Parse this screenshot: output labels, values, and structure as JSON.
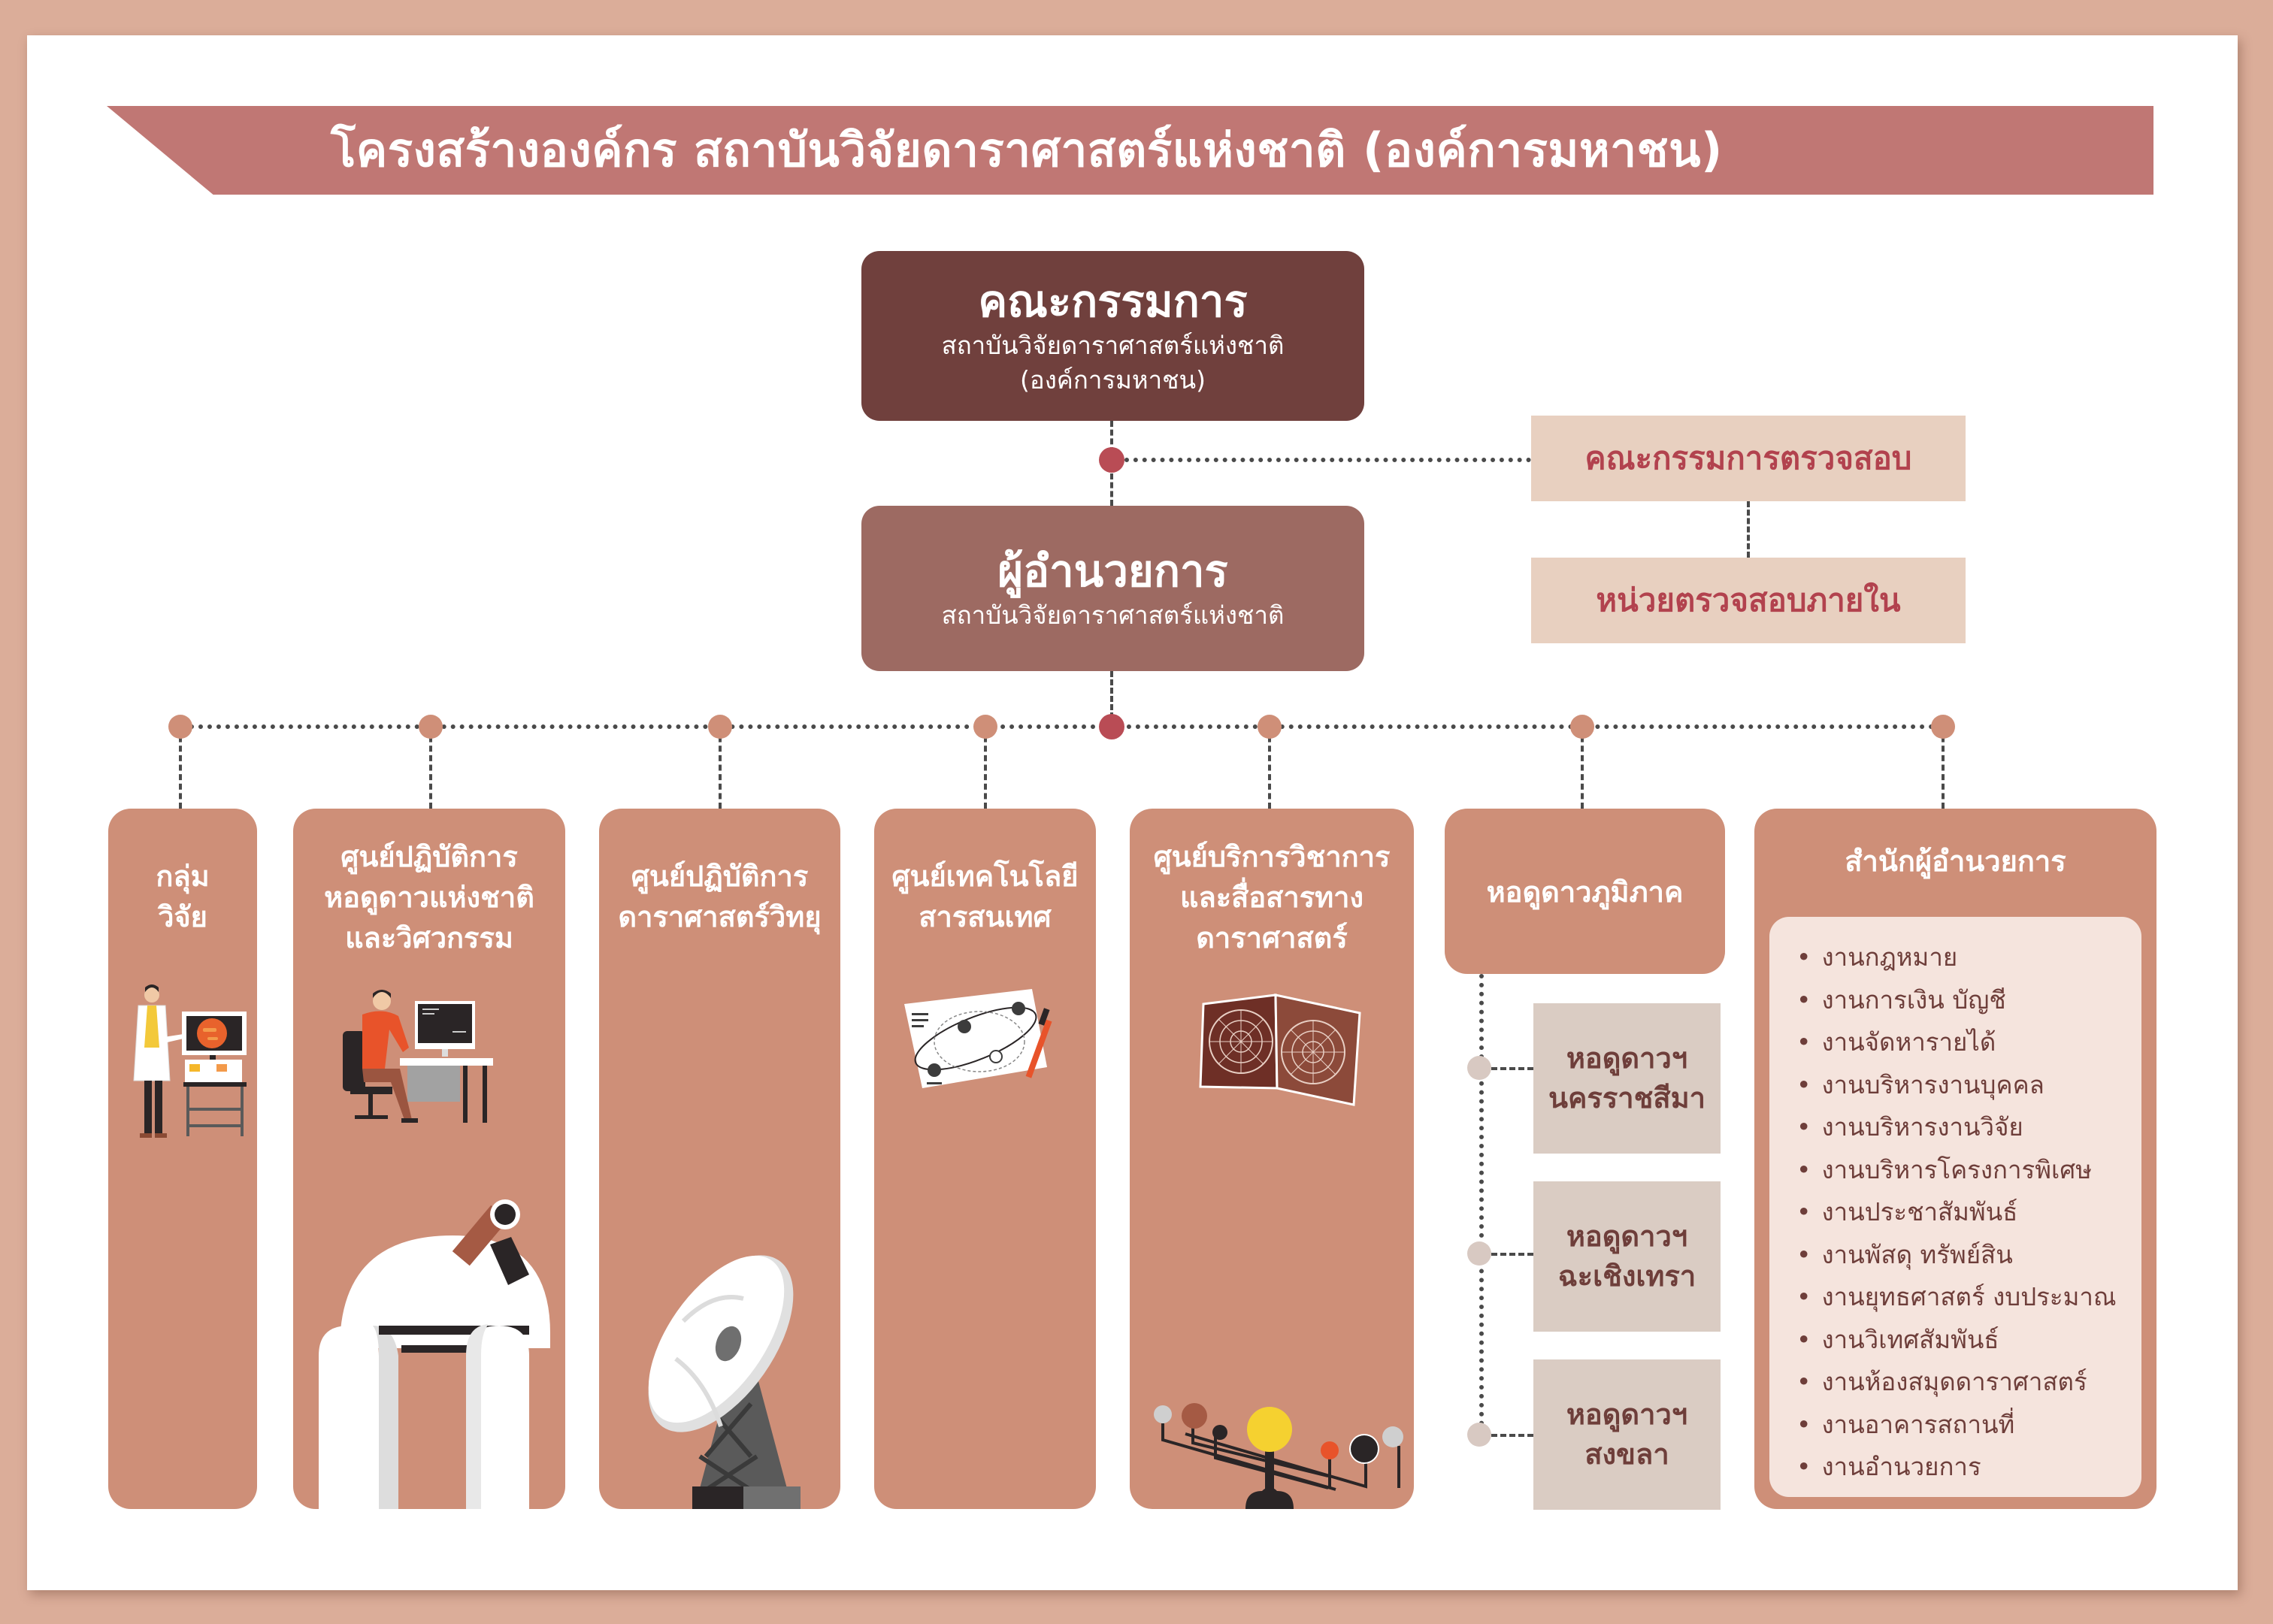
{
  "title": "โครงสร้างองค์กร สถาบันวิจัยดาราศาสตร์แห่งชาติ (องค์การมหาชน)",
  "board": {
    "title": "คณะกรรมการ",
    "subtitle_line1": "สถาบันวิจัยดาราศาสตร์แห่งชาติ",
    "subtitle_line2": "(องค์การมหาชน)"
  },
  "director": {
    "title": "ผู้อำนวยการ",
    "subtitle": "สถาบันวิจัยดาราศาสตร์แห่งชาติ"
  },
  "audit_committee": "คณะกรรมการตรวจสอบ",
  "internal_audit": "หน่วยตรวจสอบภายใน",
  "divisions": [
    {
      "lines": [
        "กลุ่ม",
        "วิจัย"
      ],
      "icon": "scientist-icon"
    },
    {
      "lines": [
        "ศูนย์ปฏิบัติการ",
        "หอดูดาวแห่งชาติ",
        "และวิศวกรรม"
      ],
      "icon": "engineer-computer-icon"
    },
    {
      "lines": [
        "ศูนย์ปฏิบัติการ",
        "ดาราศาสตร์วิทยุ"
      ],
      "icon": "radio-telescope-icon"
    },
    {
      "lines": [
        "ศูนย์เทคโนโลยี",
        "สารสนเทศ"
      ],
      "icon": "orbit-diagram-icon"
    },
    {
      "lines": [
        "ศูนย์บริการวิชาการ",
        "และสื่อสารทาง",
        "ดาราศาสตร์"
      ],
      "icon": "star-map-icon"
    }
  ],
  "regional": {
    "title": "หอดูดาวภูมิภาค",
    "observatories": [
      {
        "line1": "หอดูดาวฯ",
        "line2": "นครราชสีมา"
      },
      {
        "line1": "หอดูดาวฯ",
        "line2": "ฉะเชิงเทรา"
      },
      {
        "line1": "หอดูดาวฯ",
        "line2": "สงขลา"
      }
    ]
  },
  "office": {
    "title": "สำนักผู้อำนวยการ",
    "items": [
      "งานกฎหมาย",
      "งานการเงิน บัญชี",
      "งานจัดหารายได้",
      "งานบริหารงานบุคคล",
      "งานบริหารงานวิจัย",
      "งานบริหารโครงการพิเศษ",
      "งานประชาสัมพันธ์",
      "งานพัสดุ ทรัพย์สิน",
      "งานยุทธศาสตร์ งบประมาณ",
      "งานวิเทศสัมพันธ์",
      "งานห้องสมุดดาราศาสตร์",
      "งานอาคารสถานที่",
      "งานอำนวยการ"
    ]
  },
  "colors": {
    "page_border": "#DBAD99",
    "banner": "#C07774",
    "board": "#70403D",
    "director": "#9D6A62",
    "audit_box": "#E8D0C0",
    "audit_text": "#B2424E",
    "column": "#CE8F78",
    "regional_sub": "#DACCC3",
    "office_inner": "#F5E4DD",
    "dark_text": "#6E3E3A",
    "accent_dot": "#B94C55"
  }
}
